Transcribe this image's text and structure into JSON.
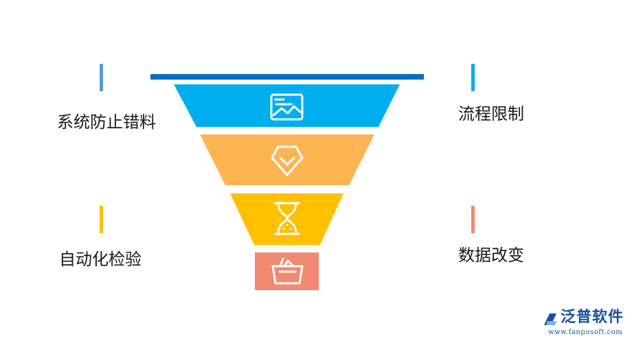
{
  "labels": {
    "left_top": "系统防止错料",
    "left_bottom": "自动化检验",
    "right_top": "流程限制",
    "right_bottom": "数据改变"
  },
  "funnel": {
    "levels": [
      {
        "icon": "picture-icon",
        "color": "#00aeef"
      },
      {
        "icon": "diamond-check-icon",
        "color": "#fdb554"
      },
      {
        "icon": "hourglass-icon",
        "color": "#ffc000"
      },
      {
        "icon": "basket-icon",
        "color": "#f08a72"
      }
    ],
    "top_bar_color": "#0070c0"
  },
  "accent_colors": {
    "left_top": "#5b9bd5",
    "right_top": "#00aeef",
    "left_bottom": "#ffc000",
    "right_bottom": "#f08a72"
  },
  "logo": {
    "text": "泛普软件",
    "url": "www.fanpusoft.com"
  }
}
